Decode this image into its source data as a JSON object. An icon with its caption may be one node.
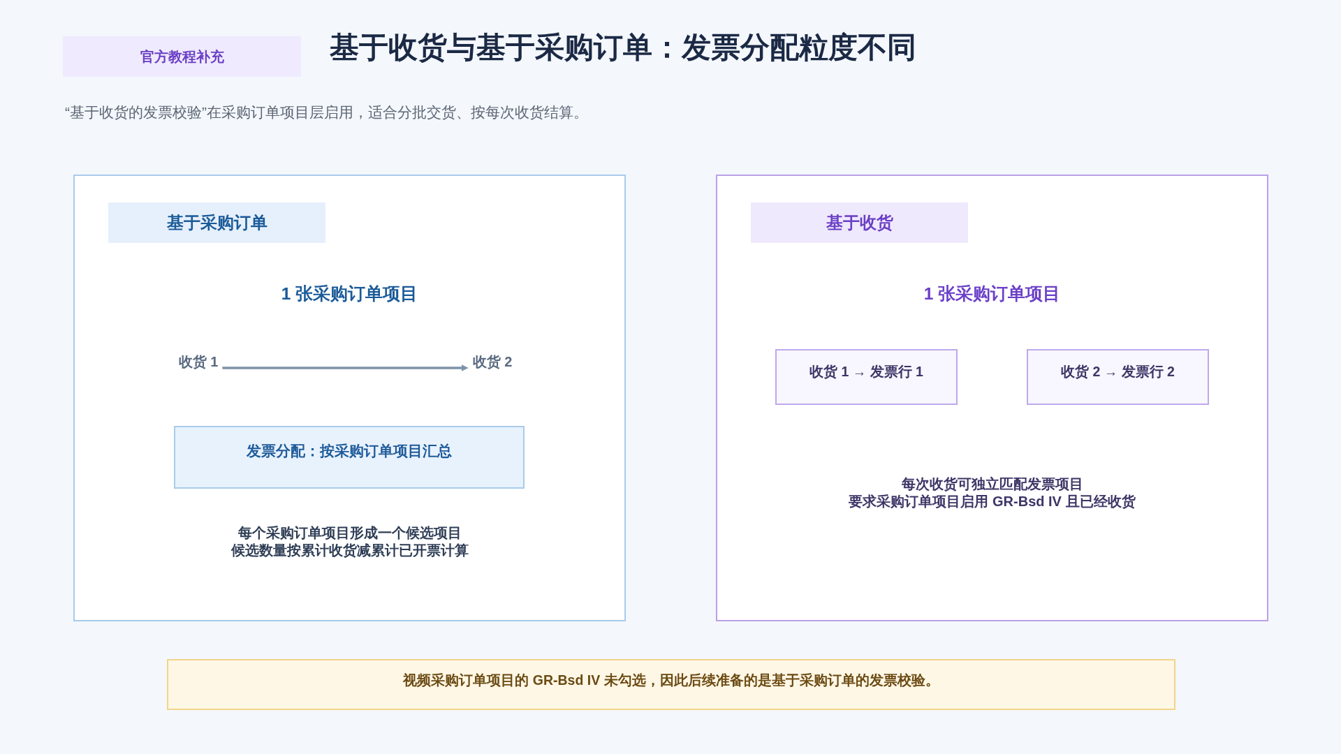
{
  "diagram": {
    "title": "基于收货与基于采购订单：发票分配粒度不同",
    "nodes": [
      {
        "text": [
          "官方教程补充"
        ]
      },
      {
        "text": [
          "1 张采购订单项目",
          "每个采购订单项目形成一个候选项目",
          "候选数量按累计收货减累计已开票计算"
        ]
      },
      {
        "text": [
          "基于采购订单"
        ],
        "in": 1
      },
      {
        "text": [
          "收货 1"
        ],
        "in": 1
      },
      {
        "text": [
          "收货 2"
        ],
        "in": 1
      },
      {
        "text": [
          "发票分配：按采购订单项目汇总"
        ],
        "in": 1
      },
      {
        "text": [
          "1 张采购订单项目",
          "每次收货可独立匹配发票项目",
          "要求采购订单项目启用 GR-Bsd IV 且已经收货"
        ]
      },
      {
        "text": [
          "基于收货"
        ],
        "in": 6
      },
      {
        "text": [
          "收货 1 → 发票行 1"
        ],
        "in": 6
      },
      {
        "text": [
          "收货 2 → 发票行 2"
        ],
        "in": 6
      },
      {
        "text": [
          "视频采购订单项目的 GR-Bsd IV 未勾选，因此后续准备的是基于采购订单的发票校验。"
        ]
      }
    ],
    "edges": [
      {
        "from": 3,
        "to": 4,
        "arrow": "to"
      }
    ],
    "labels": [
      "“基于收货的发票校验”在采购订单项目层启用，适合分批交货、按每次收货结算。"
    ]
  }
}
